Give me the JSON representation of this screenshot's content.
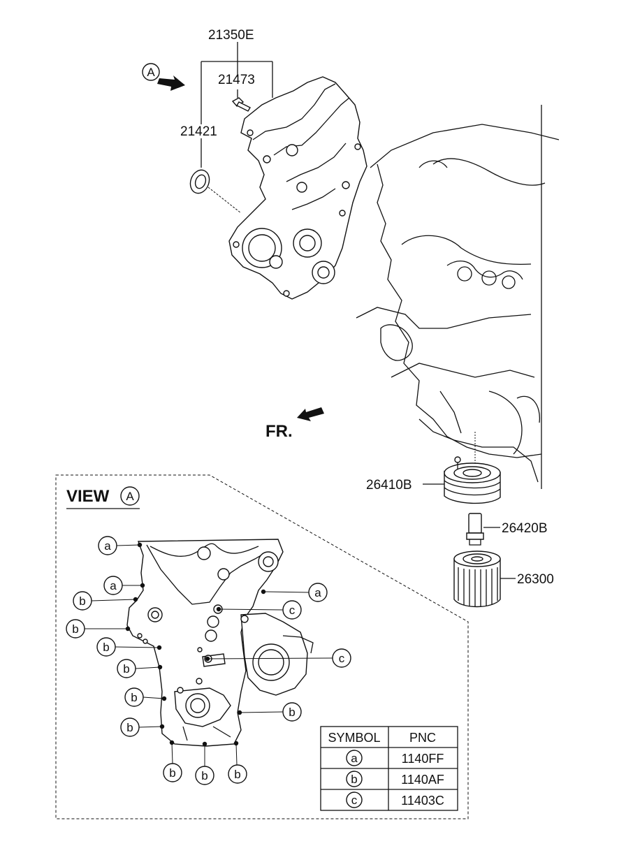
{
  "callouts": {
    "timing_cover_assy": "21350E",
    "bolt": "21473",
    "oil_seal": "21421",
    "oil_cooler": "26410B",
    "fitting": "26420B",
    "oil_filter": "26300"
  },
  "markers": {
    "view_letter": "A",
    "front": "FR."
  },
  "view": {
    "title": "VIEW",
    "letter": "A"
  },
  "symbols": {
    "a": "a",
    "b": "b",
    "c": "c"
  },
  "table": {
    "headers": [
      "SYMBOL",
      "PNC"
    ],
    "rows": [
      {
        "symbol": "a",
        "pnc": "1140FF"
      },
      {
        "symbol": "b",
        "pnc": "1140AF"
      },
      {
        "symbol": "c",
        "pnc": "11403C"
      }
    ]
  }
}
